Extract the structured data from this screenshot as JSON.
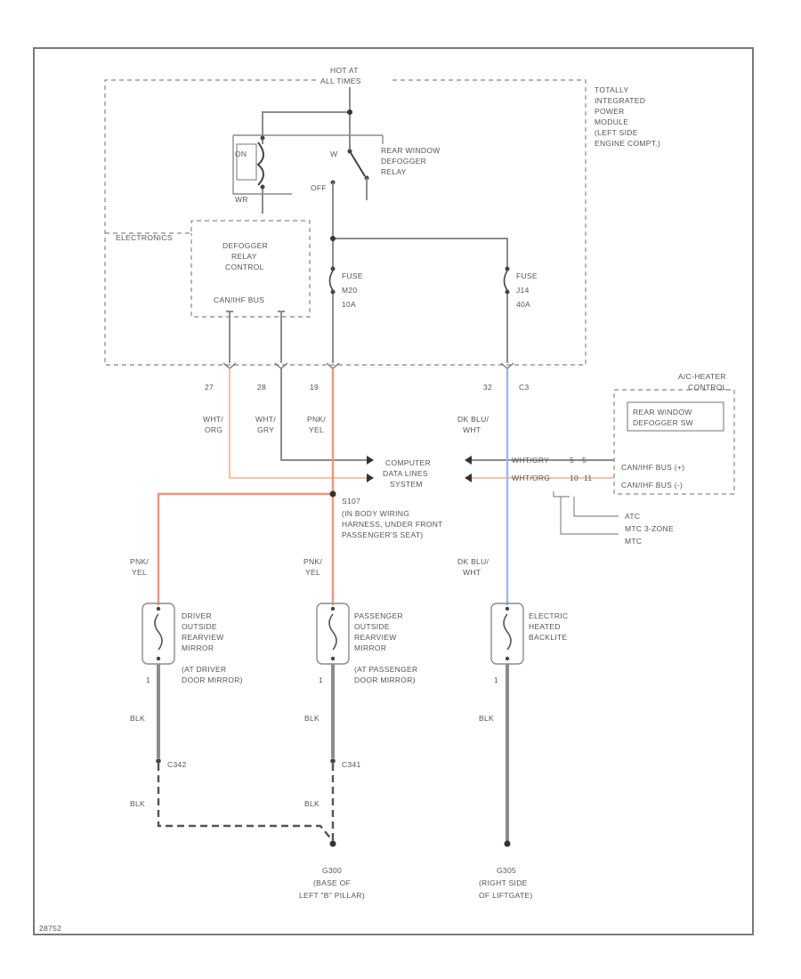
{
  "diagram_id": "28752",
  "power": {
    "line1": "HOT AT",
    "line2": "ALL TIMES"
  },
  "tipm": {
    "lines": [
      "TOTALLY",
      "INTEGRATED",
      "POWER",
      "MODULE",
      "(LEFT SIDE",
      "ENGINE COMPT.)"
    ]
  },
  "relay": {
    "label_lines": [
      "REAR WINDOW",
      "DEFOGGER",
      "RELAY"
    ],
    "pin_on": "ON",
    "pin_off": "OFF",
    "pin_w": "W",
    "pin_wr": "WR"
  },
  "electronics": {
    "label": "ELECTRONICS",
    "control_lines": [
      "DEFOGGER",
      "RELAY",
      "CONTROL"
    ],
    "bus": "CAN/IHF BUS"
  },
  "fuses": [
    {
      "lines": [
        "FUSE",
        "M20",
        "10A"
      ]
    },
    {
      "lines": [
        "FUSE",
        "J14",
        "40A"
      ]
    }
  ],
  "connector_pins": {
    "p27": "27",
    "p28": "28",
    "p19": "19",
    "p32": "32",
    "c3": "C3"
  },
  "wire_colors": {
    "wht_org": [
      "WHT/",
      "ORG"
    ],
    "wht_gry": [
      "WHT/",
      "GRY"
    ],
    "pnk_yel": [
      "PNK/",
      "YEL"
    ],
    "dkblu_wht": [
      "DK BLU/",
      "WHT"
    ],
    "blk": "BLK",
    "wht_gry_inline": "WHT/GRY",
    "wht_org_inline": "WHT/ORG"
  },
  "computer": {
    "lines": [
      "COMPUTER",
      "DATA LINES",
      "SYSTEM"
    ]
  },
  "ac_heater": {
    "title_lines": [
      "A/C-HEATER",
      "CONTROL"
    ],
    "switch_lines": [
      "REAR WINDOW",
      "DEFOGGER SW"
    ],
    "bus_h": "CAN/IHF BUS (+)",
    "bus_l": "CAN/IHF BUS (-)",
    "pin_a": "5",
    "pin_b": "5",
    "pin_c": "10",
    "pin_d": "11",
    "variants": [
      "ATC",
      "MTC 3-ZONE",
      "MTC"
    ]
  },
  "splice": {
    "lines": [
      "S107",
      "(IN BODY WIRING",
      "HARNESS, UNDER FRONT",
      "PASSENGER'S SEAT)"
    ]
  },
  "loads": [
    {
      "lines": [
        "DRIVER",
        "OUTSIDE",
        "REARVIEW",
        "MIRROR",
        "(AT DRIVER",
        "DOOR MIRROR)"
      ]
    },
    {
      "lines": [
        "PASSENGER",
        "OUTSIDE",
        "REARVIEW",
        "MIRROR",
        "(AT PASSENGER",
        "DOOR MIRROR)"
      ]
    },
    {
      "lines": [
        "ELECTRIC",
        "HEATED",
        "BACKLITE"
      ]
    }
  ],
  "load_pin": "1",
  "grounds": [
    {
      "lines": [
        "G300",
        "(BASE OF",
        "LEFT \"B\" PILLAR)"
      ]
    },
    {
      "lines": [
        "G305",
        "(RIGHT SIDE",
        "OF LIFTGATE)"
      ]
    }
  ],
  "ground_connectors": {
    "g_left": "C342",
    "g_right": "C341"
  },
  "colors": {
    "wire": "#8c8c8c",
    "pnk_yel_wire": "#f4937b",
    "wht_org_wire": "#f7c2a4",
    "dkblu_wht_wire": "#a5b4e8",
    "dashed_box": "#9a9a9a",
    "text": "#555555"
  }
}
